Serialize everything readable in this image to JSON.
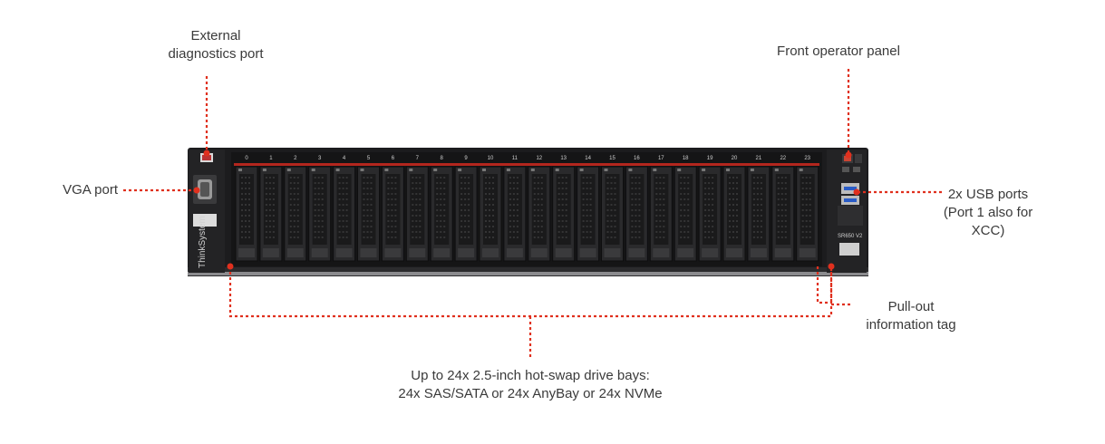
{
  "callouts": {
    "external_diagnostics": "External\ndiagnostics port",
    "front_operator_panel": "Front operator panel",
    "vga_port": "VGA port",
    "usb_ports": "2x USB ports\n(Port 1 also for\nXCC)",
    "pullout_tag": "Pull-out\ninformation tag",
    "drive_bays": "Up to 24x 2.5-inch hot-swap drive bays:\n24x SAS/SATA or 24x AnyBay or 24x NVMe"
  },
  "server": {
    "brand_vertical": "ThinkSystem",
    "model_label": "SR650 V2",
    "bay_numbers": [
      "0",
      "1",
      "2",
      "3",
      "4",
      "5",
      "6",
      "7",
      "8",
      "9",
      "10",
      "11",
      "12",
      "13",
      "14",
      "15",
      "16",
      "17",
      "18",
      "19",
      "20",
      "21",
      "22",
      "23"
    ]
  },
  "colors": {
    "callout_red": "#e0301e",
    "chassis": "#1c1c1e",
    "drive_face": "#2a2a2c"
  }
}
